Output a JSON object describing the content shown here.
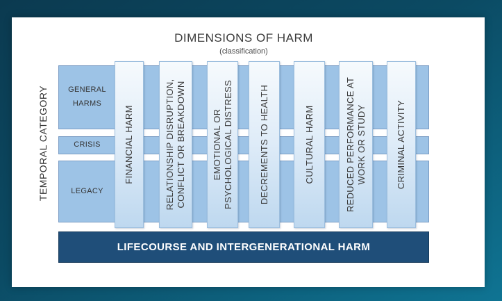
{
  "slide": {
    "title": "DIMENSIONS OF HARM",
    "subtitle": "(classification)"
  },
  "axis": {
    "temporal_label": "TEMPORAL CATEGORY"
  },
  "rows": [
    {
      "label": "GENERAL\nHARMS"
    },
    {
      "label": "CRISIS"
    },
    {
      "label": "LEGACY"
    }
  ],
  "columns": [
    {
      "label": "FINANCIAL HARM"
    },
    {
      "label": "RELATIONSHIP DISRUPTION,\nCONFLICT OR BREAKDOWN"
    },
    {
      "label": "EMOTIONAL OR\nPSYCHOLOGICAL DISTRESS"
    },
    {
      "label": "DECREMENTS TO HEALTH"
    },
    {
      "label": "CULTURAL HARM"
    },
    {
      "label": "REDUCED PERFORMANCE AT\nWORK OR STUDY"
    },
    {
      "label": "CRIMINAL ACTIVITY"
    }
  ],
  "footer": {
    "label": "LIFECOURSE AND INTERGENERATIONAL HARM"
  },
  "colors": {
    "background_top": "#0b3a50",
    "background_bottom": "#0f7493",
    "panel": "#ffffff",
    "row_fill": "#9dc3e6",
    "row_border": "#7a9cc4",
    "bar_fill_top": "#f6fafd",
    "bar_fill_bottom": "#bed8ef",
    "bar_border": "#9cbede",
    "footer_fill": "#1f4e79",
    "footer_text": "#ffffff",
    "text": "#3a3a3a"
  }
}
